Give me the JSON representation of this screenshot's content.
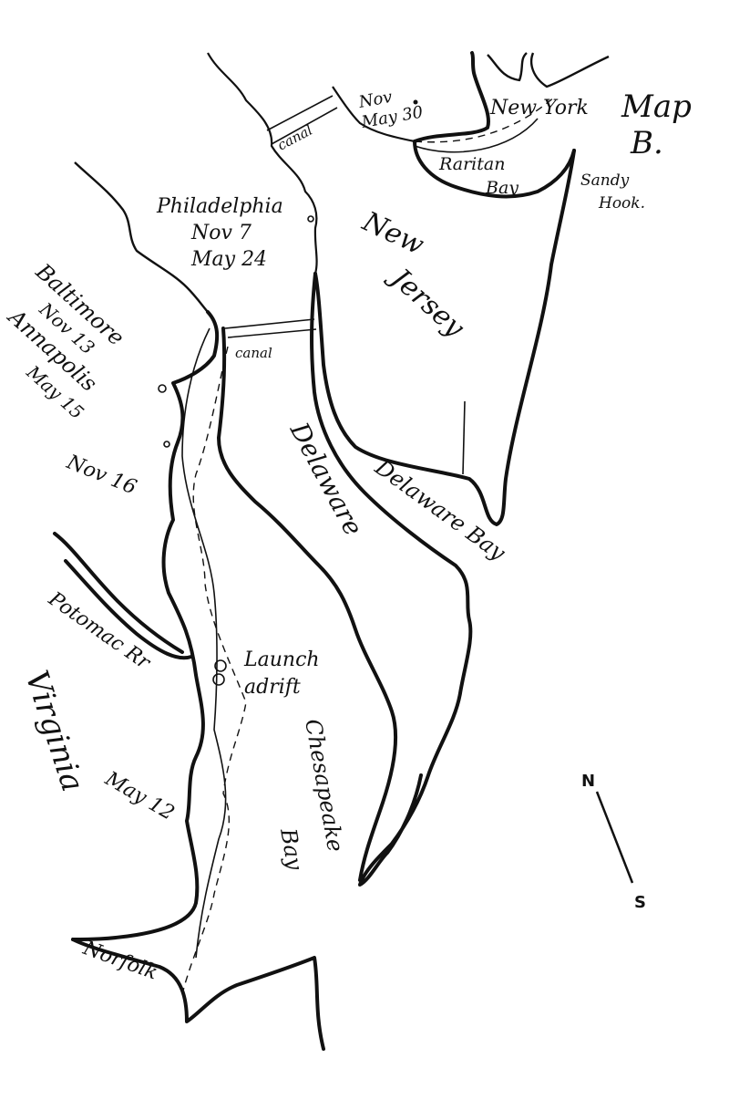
{
  "map": {
    "title": "Map",
    "subtitle": "B.",
    "labels": {
      "new_york": "New York",
      "nov_ny": "Nov",
      "may30": "May 30",
      "canal_north": "canal",
      "raritan": "Raritan",
      "raritan_bay": "Bay",
      "sandy": "Sandy",
      "hook": "Hook.",
      "philadelphia": "Philadelphia",
      "nov7": "Nov 7",
      "may24": "May 24",
      "new": "New",
      "jersey": "Jersey",
      "baltimore": "Baltimore",
      "nov13": "Nov 13",
      "annapolis": "Annapolis",
      "may15": "May 15",
      "nov16": "Nov 16",
      "canal_south": "canal",
      "delaware": "Delaware",
      "delaware_bay": "Delaware Bay",
      "launch": "Launch",
      "adrift": "adrift",
      "chesapeake": "Chesapeake",
      "chesapeake_bay": "Bay",
      "potomac": "Potomac Rr",
      "virginia": "Virginia",
      "may12": "May 12",
      "norfolk": "Norfolk"
    },
    "compass": {
      "north": "N",
      "south": "S"
    },
    "ink_color": "#111111",
    "paper_color": "#ffffff"
  }
}
